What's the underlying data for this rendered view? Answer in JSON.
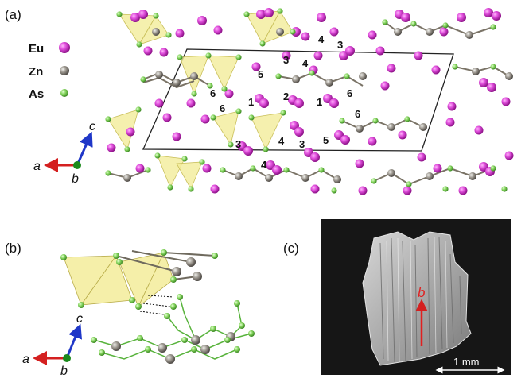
{
  "panels": {
    "a": {
      "label": "(a)"
    },
    "b": {
      "label": "(b)"
    },
    "c": {
      "label": "(c)"
    }
  },
  "legend": [
    {
      "element": "Eu",
      "color": "#d52fd0"
    },
    {
      "element": "Zn",
      "color": "#8f8a82"
    },
    {
      "element": "As",
      "color": "#72cc4e"
    }
  ],
  "site_labels": {
    "top_row": [
      "4",
      "3",
      "3",
      "4",
      "5"
    ],
    "middle_row": [
      "6",
      "6",
      "1",
      "2",
      "1",
      "6",
      "6"
    ],
    "bottom_row": [
      "3",
      "4",
      "3",
      "5",
      "4"
    ]
  },
  "axes": {
    "a_panel": {
      "horizontal": "a",
      "vertical": "c",
      "out_of_plane": "b"
    },
    "b_panel": {
      "horizontal": "a",
      "vertical": "c",
      "out_of_plane": "b"
    }
  },
  "micrograph": {
    "axis_label": "b",
    "scale_bar": "1 mm"
  },
  "colors": {
    "eu": "#d52fd0",
    "zn": "#8f8a82",
    "as": "#72cc4e",
    "tetrahedron": "#f3ec9a",
    "axis_red": "#d42020",
    "axis_blue": "#1f37c8",
    "axis_green": "#1c8a1c",
    "sem_background": "#161616"
  }
}
